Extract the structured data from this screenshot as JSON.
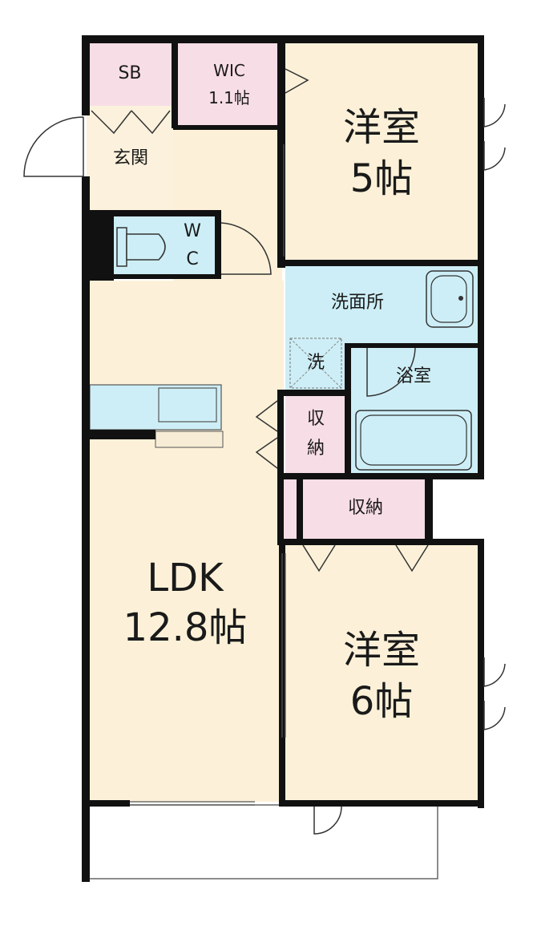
{
  "floor_plan": {
    "rooms": {
      "sb": {
        "label": "SB",
        "color": "#f7dde6"
      },
      "wic": {
        "label": "WIC",
        "area": "1.1帖",
        "color": "#f7dde6"
      },
      "genkan": {
        "label": "玄関",
        "color": "#fbf1dc"
      },
      "western_5": {
        "label": "洋室",
        "area": "5帖",
        "color": "#fcf1d8"
      },
      "wc": {
        "label_top": "W",
        "label_bottom": "C",
        "color": "#cdeef6"
      },
      "senmenjo": {
        "label": "洗面所",
        "color": "#cdeef6"
      },
      "sentakuki": {
        "label": "洗"
      },
      "yokushitsu": {
        "label": "浴室",
        "color": "#cdeef6"
      },
      "shuno_small": {
        "label_top": "収",
        "label_bottom": "納",
        "color": "#f7dde6"
      },
      "shuno_wide": {
        "label": "収納",
        "color": "#f7dde6"
      },
      "ldk": {
        "label": "LDK",
        "area": "12.8帖",
        "color": "#fcf1d8"
      },
      "western_6": {
        "label": "洋室",
        "area": "6帖",
        "color": "#fcf1d8"
      }
    },
    "colors": {
      "wall": "#111111",
      "balcony": "#ffffff",
      "kitchen": "#cdeef6"
    }
  }
}
